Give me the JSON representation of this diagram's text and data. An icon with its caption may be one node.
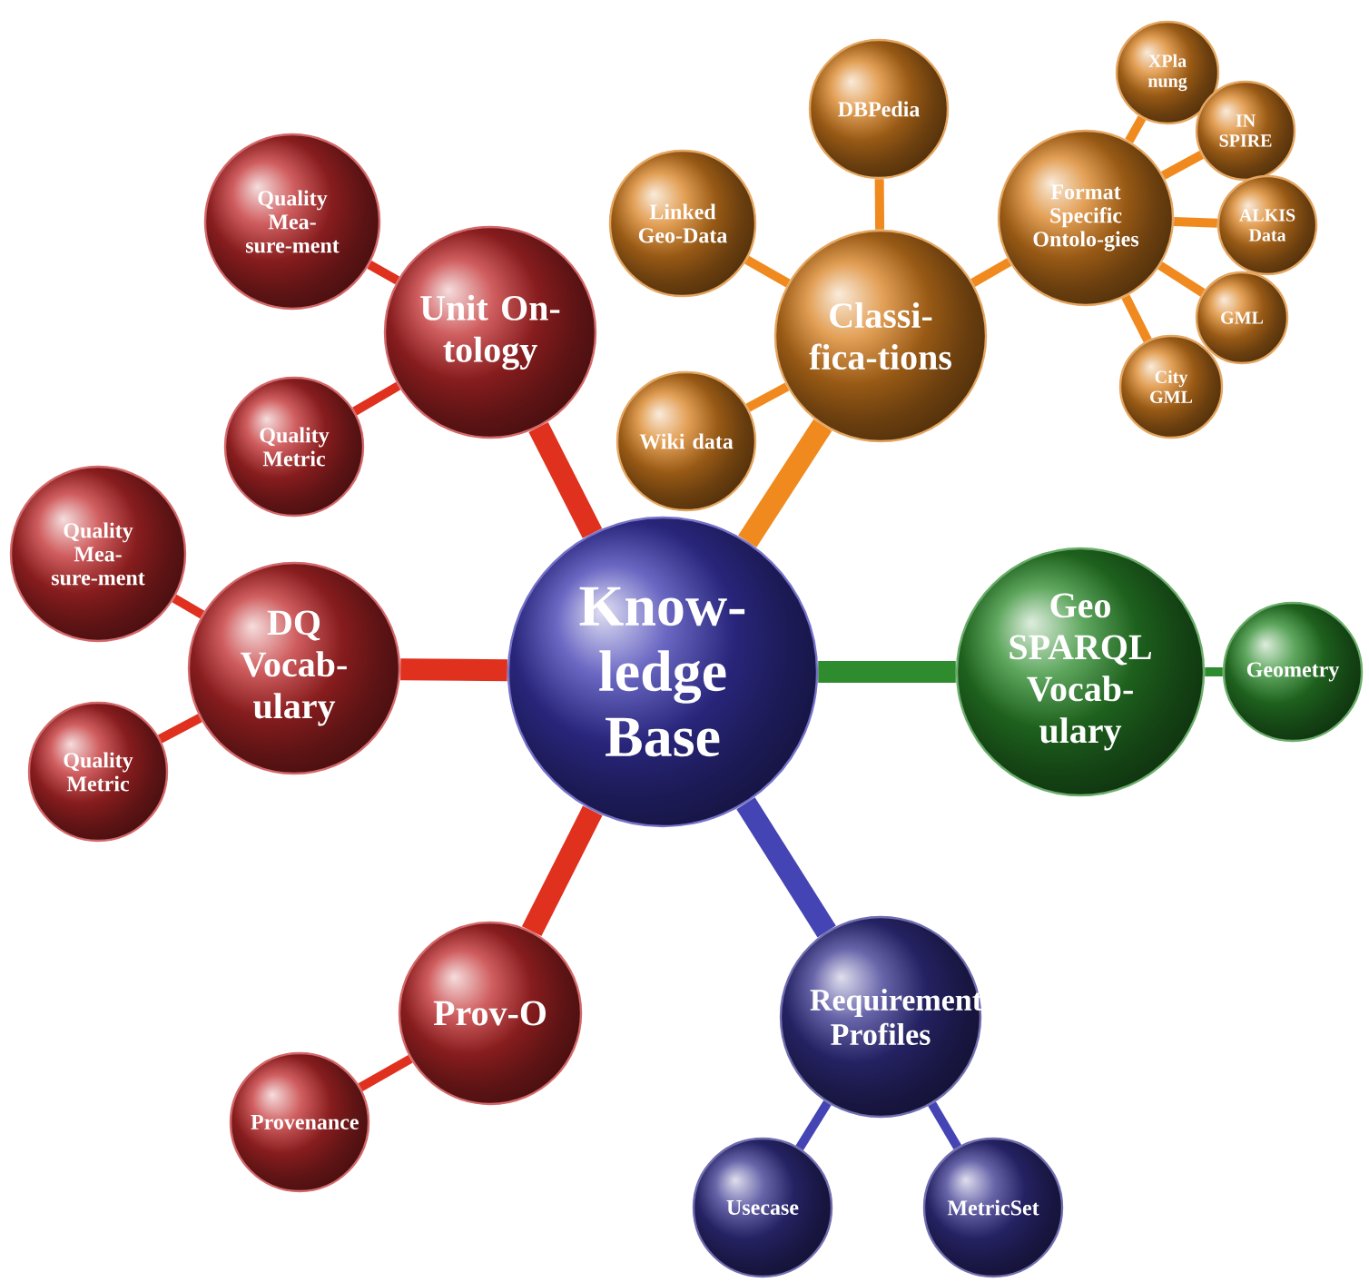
{
  "diagram": {
    "nodes": [
      {
        "text": [
          "Know-ledge Base"
        ]
      },
      {
        "text": [
          "Unit On-tology"
        ]
      },
      {
        "text": [
          "Quality Mea-sure-ment"
        ]
      },
      {
        "text": [
          "Quality Metric"
        ]
      },
      {
        "text": [
          "DQ Vocab-ulary"
        ]
      },
      {
        "text": [
          "Quality Mea-sure-ment"
        ]
      },
      {
        "text": [
          "Quality Metric"
        ]
      },
      {
        "text": [
          "Prov-O"
        ]
      },
      {
        "text": [
          "Provenance"
        ]
      },
      {
        "text": [
          "Classi-fica-tions"
        ]
      },
      {
        "text": [
          "DBPedia"
        ]
      },
      {
        "text": [
          "Linked Geo-Data"
        ]
      },
      {
        "text": [
          "Wiki data"
        ]
      },
      {
        "text": [
          "Format Specific Ontolo-gies"
        ]
      },
      {
        "text": [
          "XPla nung"
        ]
      },
      {
        "text": [
          "IN SPIRE"
        ]
      },
      {
        "text": [
          "ALKIS Data"
        ]
      },
      {
        "text": [
          "GML"
        ]
      },
      {
        "text": [
          "City GML"
        ]
      },
      {
        "text": [
          "Geo SPARQL Vocab-ulary"
        ]
      },
      {
        "text": [
          "Geometry"
        ]
      },
      {
        "text": [
          "Requirement Profiles"
        ]
      },
      {
        "text": [
          "Usecase"
        ]
      },
      {
        "text": [
          "MetricSet"
        ]
      }
    ],
    "edges": [
      {
        "from": 0,
        "to": 1,
        "arrow": "none",
        "style": "thick",
        "color": "#e0301e"
      },
      {
        "from": 1,
        "to": 2,
        "arrow": "none",
        "color": "#e0301e"
      },
      {
        "from": 1,
        "to": 3,
        "arrow": "none",
        "color": "#e0301e"
      },
      {
        "from": 0,
        "to": 4,
        "arrow": "none",
        "style": "thick",
        "color": "#e0301e"
      },
      {
        "from": 4,
        "to": 5,
        "arrow": "none",
        "color": "#e0301e"
      },
      {
        "from": 4,
        "to": 6,
        "arrow": "none",
        "color": "#e0301e"
      },
      {
        "from": 0,
        "to": 7,
        "arrow": "none",
        "style": "thick",
        "color": "#e0301e"
      },
      {
        "from": 7,
        "to": 8,
        "arrow": "none",
        "color": "#e0301e"
      },
      {
        "from": 0,
        "to": 9,
        "arrow": "none",
        "style": "thick"
      },
      {
        "from": 9,
        "to": 10,
        "arrow": "none"
      },
      {
        "from": 9,
        "to": 11,
        "arrow": "none"
      },
      {
        "from": 9,
        "to": 12,
        "arrow": "none"
      },
      {
        "from": 9,
        "to": 13,
        "arrow": "none"
      },
      {
        "from": 13,
        "to": 14,
        "arrow": "none"
      },
      {
        "from": 13,
        "to": 15,
        "arrow": "none"
      },
      {
        "from": 13,
        "to": 16,
        "arrow": "none"
      },
      {
        "from": 13,
        "to": 17,
        "arrow": "none"
      },
      {
        "from": 13,
        "to": 18,
        "arrow": "none"
      },
      {
        "from": 0,
        "to": 19,
        "arrow": "none",
        "style": "thick",
        "color": "#2e8b2e"
      },
      {
        "from": 19,
        "to": 20,
        "arrow": "none",
        "color": "#2e8b2e"
      },
      {
        "from": 0,
        "to": 21,
        "arrow": "none",
        "style": "thick",
        "color": "#4444b4"
      },
      {
        "from": 21,
        "to": 22,
        "arrow": "none",
        "color": "#4444b4"
      },
      {
        "from": 21,
        "to": 23,
        "arrow": "none",
        "color": "#4444b4"
      }
    ]
  }
}
